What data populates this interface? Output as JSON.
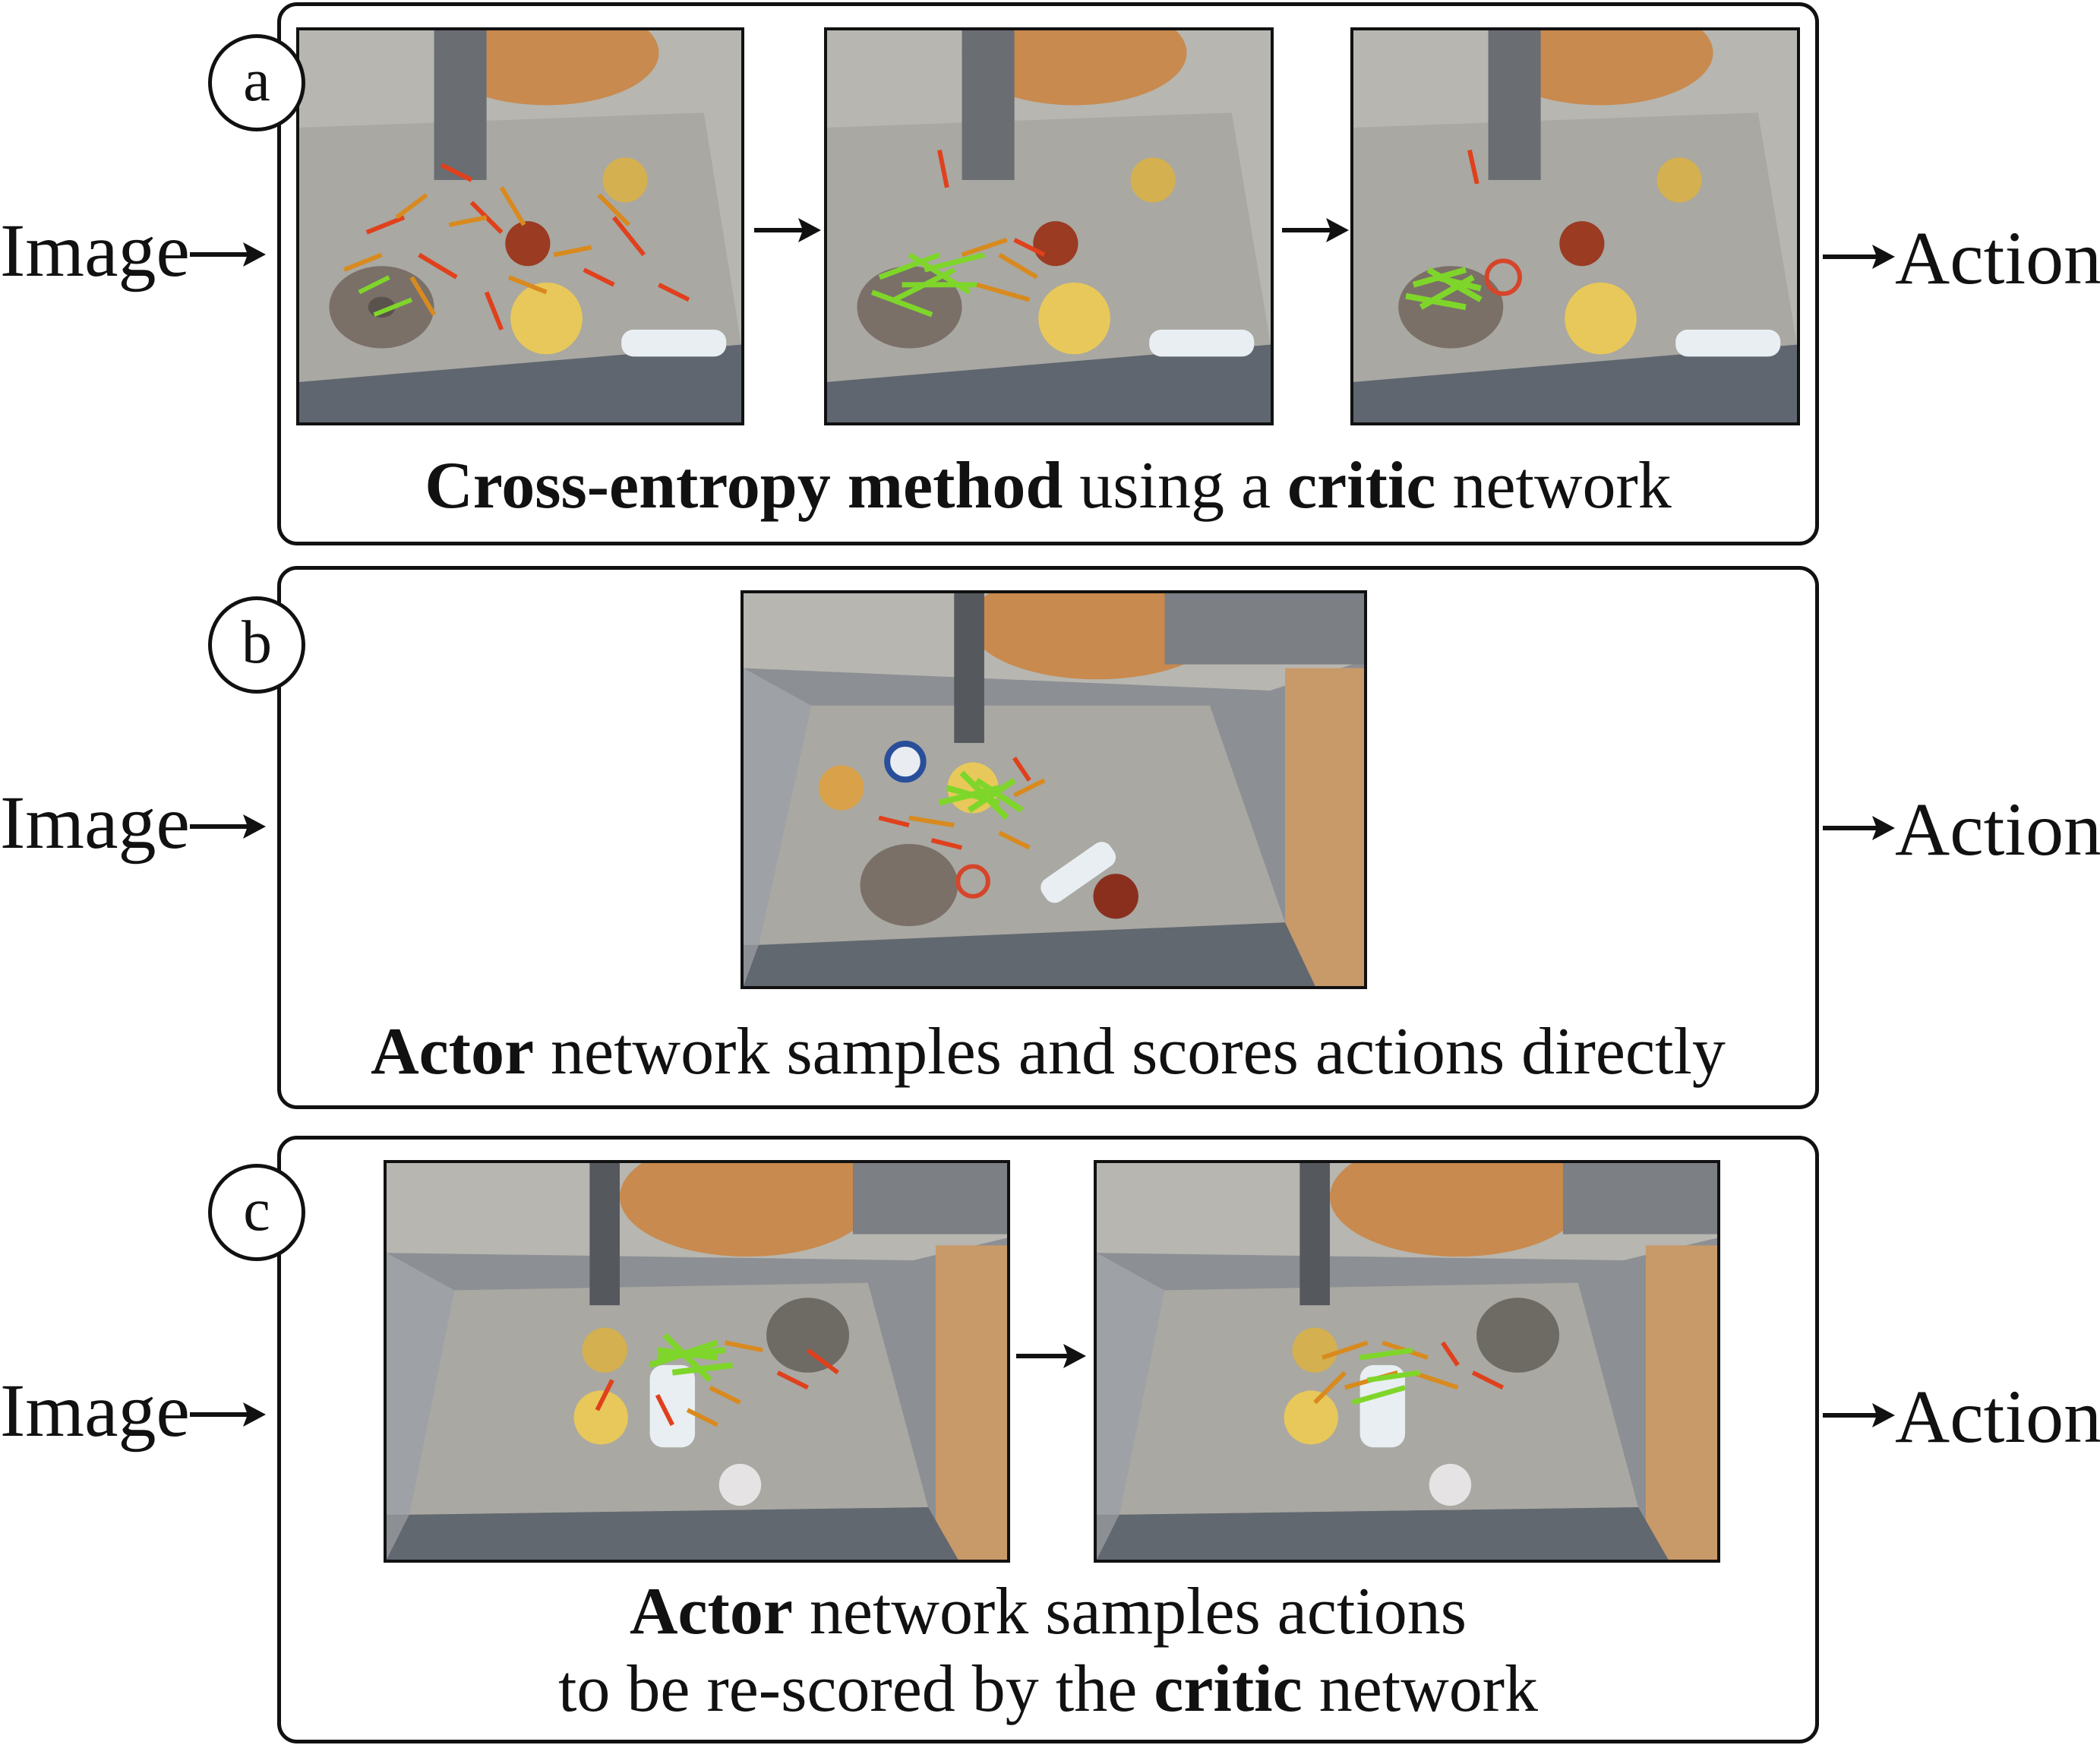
{
  "panels": [
    {
      "id": "a",
      "badge": "a",
      "input_label": "Image",
      "output_label": "Action",
      "caption": [
        {
          "bold": "Cross-entropy method",
          "text": " using a "
        },
        {
          "bold": "critic",
          "text": " network"
        }
      ],
      "photos": [
        "workspace-photo-iteration-1",
        "workspace-photo-iteration-2",
        "workspace-photo-iteration-3"
      ]
    },
    {
      "id": "b",
      "badge": "b",
      "input_label": "Image",
      "output_label": "Action",
      "caption": [
        {
          "bold": "Actor",
          "text": " network samples and scores actions directly"
        }
      ],
      "photos": [
        "workspace-photo-actor"
      ]
    },
    {
      "id": "c",
      "badge": "c",
      "input_label": "Image",
      "output_label": "Action",
      "caption_line1": [
        {
          "bold": "Actor",
          "text": " network samples actions"
        }
      ],
      "caption_line2": [
        {
          "text": "to be re-scored by the "
        },
        {
          "bold": "critic",
          "text": " network"
        }
      ],
      "photos": [
        "workspace-photo-actor-samples",
        "workspace-photo-critic-rescored"
      ]
    }
  ],
  "colors": {
    "border": "#111111",
    "good_action": "#7fd62a",
    "bad_action": "#e0401c",
    "mid_action": "#d98a1e",
    "bin_gray": "#8c8f93",
    "bin_floor": "#a9a8a2",
    "robot_orange": "#c88a4e"
  }
}
